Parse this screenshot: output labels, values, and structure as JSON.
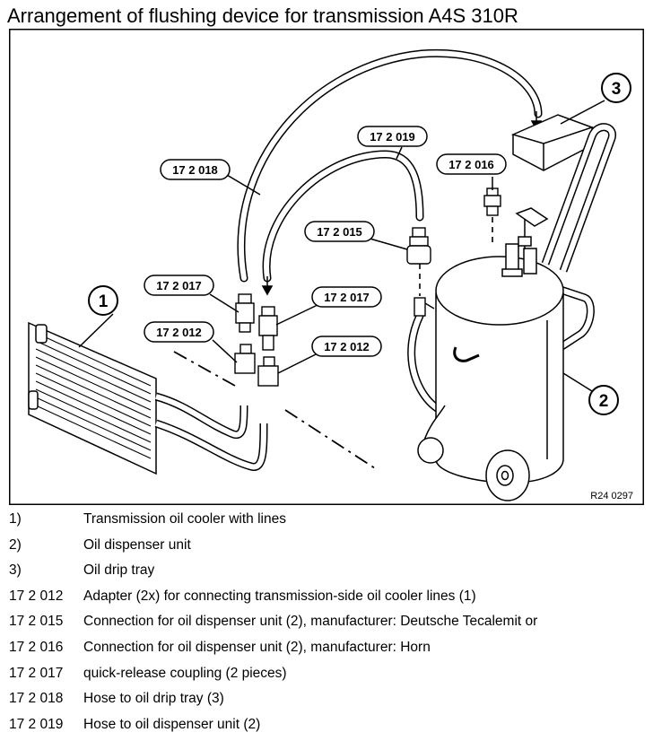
{
  "title": "Arrangement of flushing device for transmission A4S 310R",
  "figure": {
    "callouts": {
      "c1": "1",
      "c2": "2",
      "c3": "3"
    },
    "labels": {
      "l018": "17 2 018",
      "l019": "17 2 019",
      "l016": "17 2 016",
      "l015": "17 2 015",
      "l017a": "17 2 017",
      "l017b": "17 2 017",
      "l012a": "17 2 012",
      "l012b": "17 2 012"
    },
    "ref": "R24 0297"
  },
  "legend": [
    {
      "key": "1)",
      "desc": "Transmission oil cooler with lines"
    },
    {
      "key": "2)",
      "desc": "Oil dispenser unit"
    },
    {
      "key": "3)",
      "desc": "Oil drip tray"
    },
    {
      "key": "17 2 012",
      "desc": "Adapter (2x) for connecting transmission-side oil cooler lines (1)"
    },
    {
      "key": "17 2 015",
      "desc": "Connection for oil dispenser unit (2), manufacturer: Deutsche Tecalemit or"
    },
    {
      "key": "17 2 016",
      "desc": "Connection for oil dispenser unit (2), manufacturer: Horn"
    },
    {
      "key": "17 2 017",
      "desc": "quick-release coupling (2 pieces)"
    },
    {
      "key": "17 2 018",
      "desc": "Hose to oil drip tray (3)"
    },
    {
      "key": "17 2 019",
      "desc": "Hose to oil dispenser unit (2)"
    }
  ]
}
